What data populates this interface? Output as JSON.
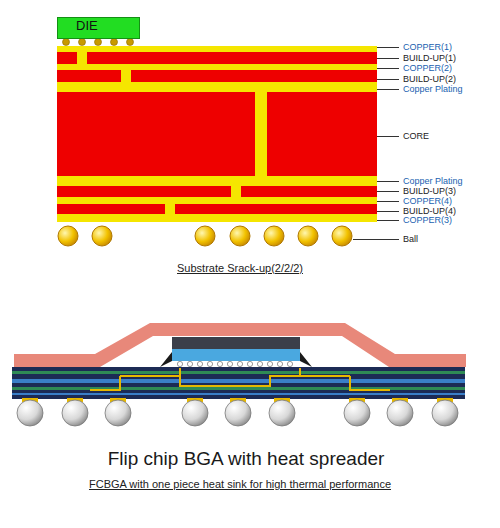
{
  "diagram": {
    "caption": "Flip chip BGA with heat spreader",
    "nodes": [
      {
        "text": [
          "DIE"
        ]
      }
    ],
    "labels": [
      "COPPER(1)",
      "BUILD-UP(1)",
      "COPPER(2)",
      "BUILD-UP(2)",
      "Copper Plating",
      "CORE",
      "Copper Plating",
      "BUILD-UP(3)",
      "COPPER(4)",
      "BUILD-UP(4)",
      "COPPER(3)",
      "Ball",
      "Substrate Srack-up(2/2/2)",
      "FCBGA with one piece heat sink for high thermal performance"
    ]
  }
}
